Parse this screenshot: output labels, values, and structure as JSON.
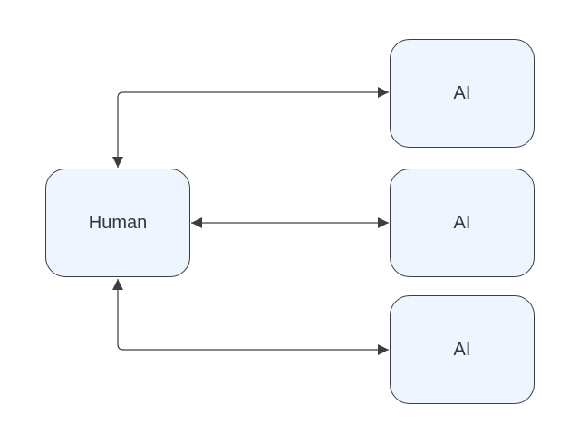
{
  "diagram": {
    "nodes": [
      {
        "id": "human",
        "label": "Human"
      },
      {
        "id": "ai-1",
        "label": "AI"
      },
      {
        "id": "ai-2",
        "label": "AI"
      },
      {
        "id": "ai-3",
        "label": "AI"
      }
    ],
    "edges": [
      {
        "from": "human",
        "to": "ai-1",
        "direction": "both"
      },
      {
        "from": "human",
        "to": "ai-2",
        "direction": "both"
      },
      {
        "from": "human",
        "to": "ai-3",
        "direction": "both"
      }
    ],
    "colors": {
      "node_fill": "#eef5fe",
      "node_stroke": "#3a3d45",
      "edge_stroke": "#3a3d45",
      "text": "#33363d"
    }
  }
}
